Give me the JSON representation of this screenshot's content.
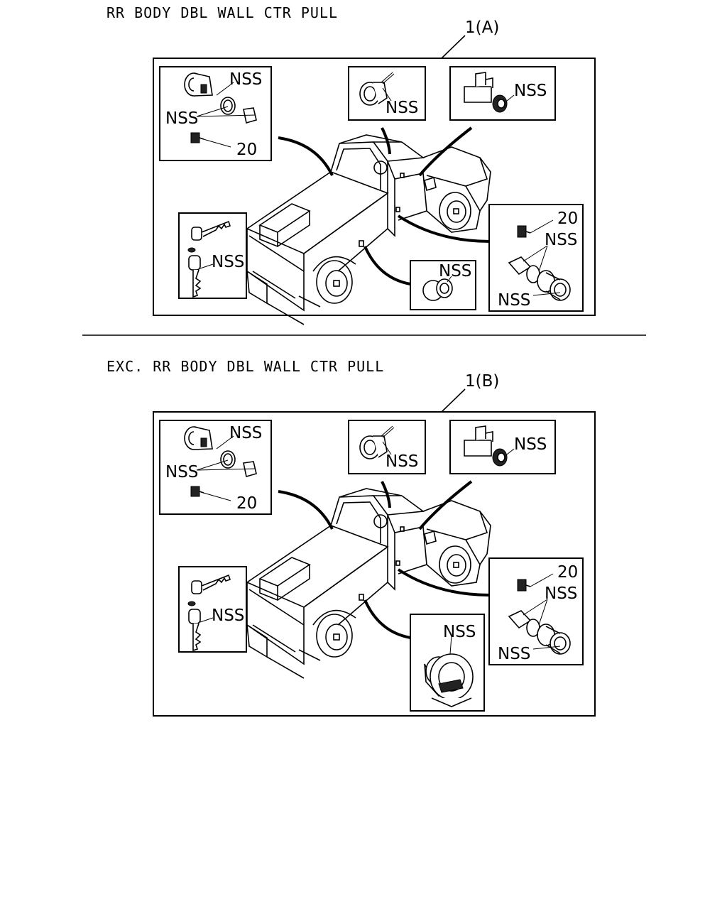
{
  "sections": [
    {
      "heading": "RR BODY DBL WALL CTR PULL",
      "ref": "1(A)",
      "labels": {
        "lock_nss_top": "NSS",
        "lock_nss_mid": "NSS",
        "lock_20": "20",
        "ign_nss": "NSS",
        "hatch_nss": "NSS",
        "key_nss": "NSS",
        "fuel_nss": "NSS",
        "door_20": "20",
        "door_nss_a": "NSS",
        "door_nss_b": "NSS"
      }
    },
    {
      "heading": "EXC. RR BODY DBL WALL CTR PULL",
      "ref": "1(B)",
      "labels": {
        "lock_nss_top": "NSS",
        "lock_nss_mid": "NSS",
        "lock_20": "20",
        "ign_nss": "NSS",
        "hatch_nss": "NSS",
        "key_nss": "NSS",
        "fuel_nss": "NSS",
        "door_20": "20",
        "door_nss_a": "NSS",
        "door_nss_b": "NSS"
      }
    }
  ]
}
